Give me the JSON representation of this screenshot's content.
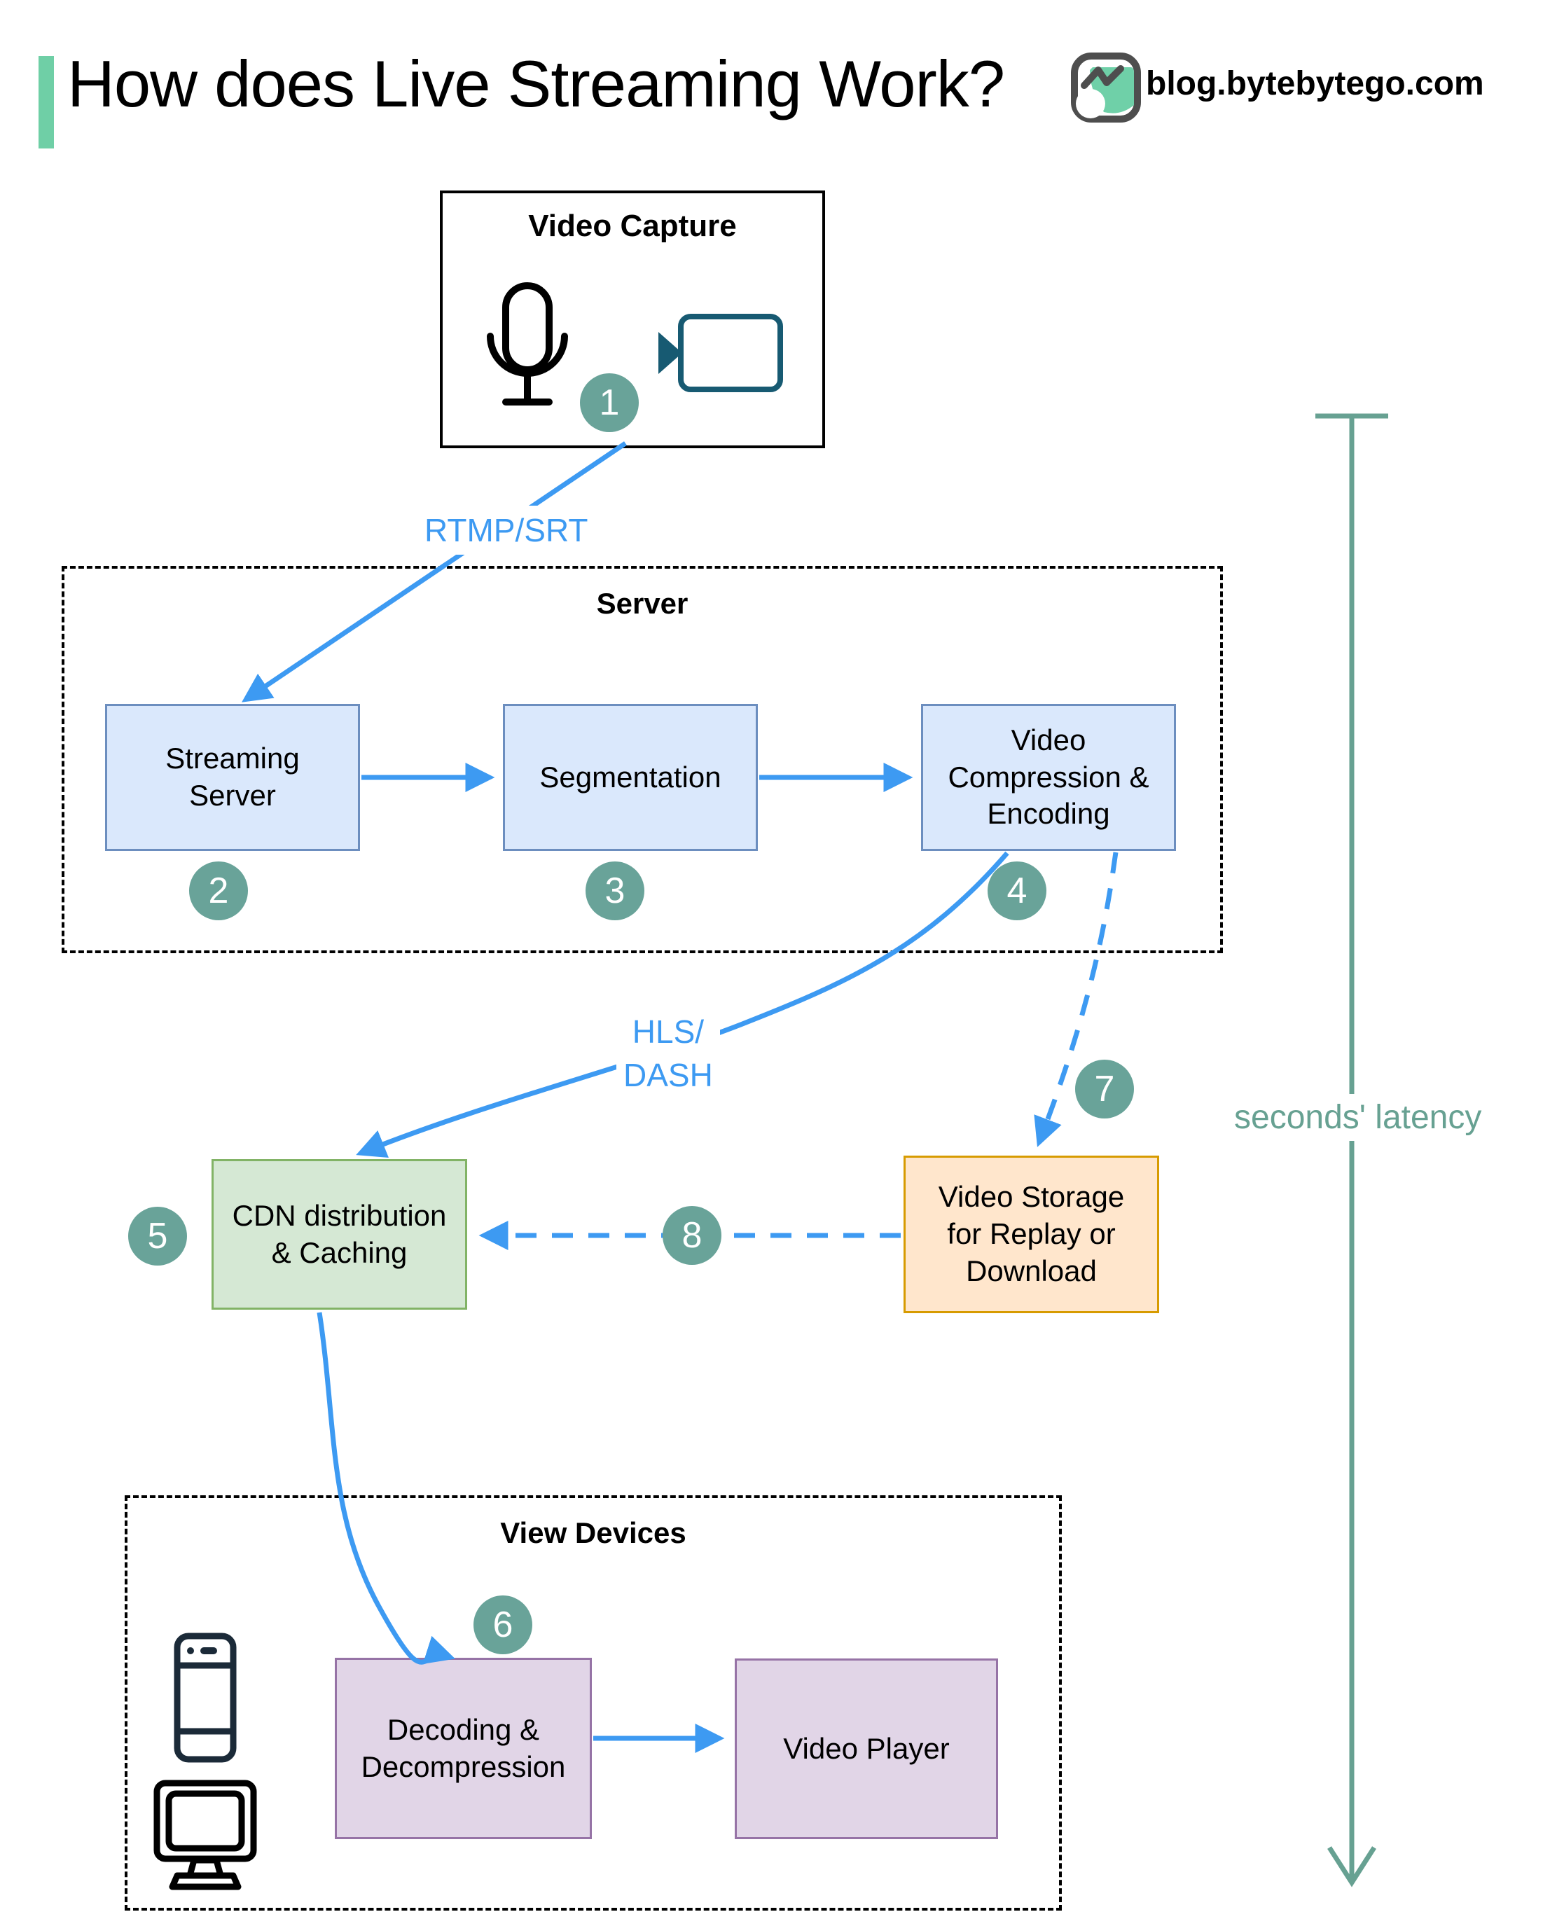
{
  "title": "How does Live Streaming Work?",
  "logo": {
    "text": "blog.bytebytego.com",
    "icon": "bytebytego-owl-icon"
  },
  "diagram": {
    "capture": {
      "label": "Video Capture"
    },
    "server_group": {
      "label": "Server"
    },
    "streaming": {
      "label": "Streaming\nServer"
    },
    "segmentation": {
      "label": "Segmentation"
    },
    "compression": {
      "label": "Video\nCompression &\nEncoding"
    },
    "cdn": {
      "label": "CDN distribution\n& Caching"
    },
    "storage": {
      "label": "Video Storage\nfor Replay or\nDownload"
    },
    "view_group": {
      "label": "View Devices"
    },
    "decoding": {
      "label": "Decoding &\nDecompression"
    },
    "player": {
      "label": "Video Player"
    }
  },
  "edges": {
    "rtmp": "RTMP/SRT",
    "hls": "HLS/\nDASH"
  },
  "latency_label": "seconds' latency",
  "steps": [
    "1",
    "2",
    "3",
    "4",
    "5",
    "6",
    "7",
    "8"
  ],
  "colors": {
    "accent_green": "#6fcfa6",
    "arrow_blue": "#3d9af2",
    "badge_teal": "#69a399",
    "latency_teal": "#67a192",
    "node_blue_fill": "#dae8fc",
    "node_blue_border": "#6c8ebf",
    "node_green_fill": "#d5e8d4",
    "node_green_border": "#82b366",
    "node_orange_fill": "#ffe6cc",
    "node_orange_border": "#d79b00",
    "node_purple_fill": "#e1d5e7",
    "node_purple_border": "#9673a6",
    "camera_teal": "#175a72",
    "icon_dark": "#1b2a38"
  }
}
